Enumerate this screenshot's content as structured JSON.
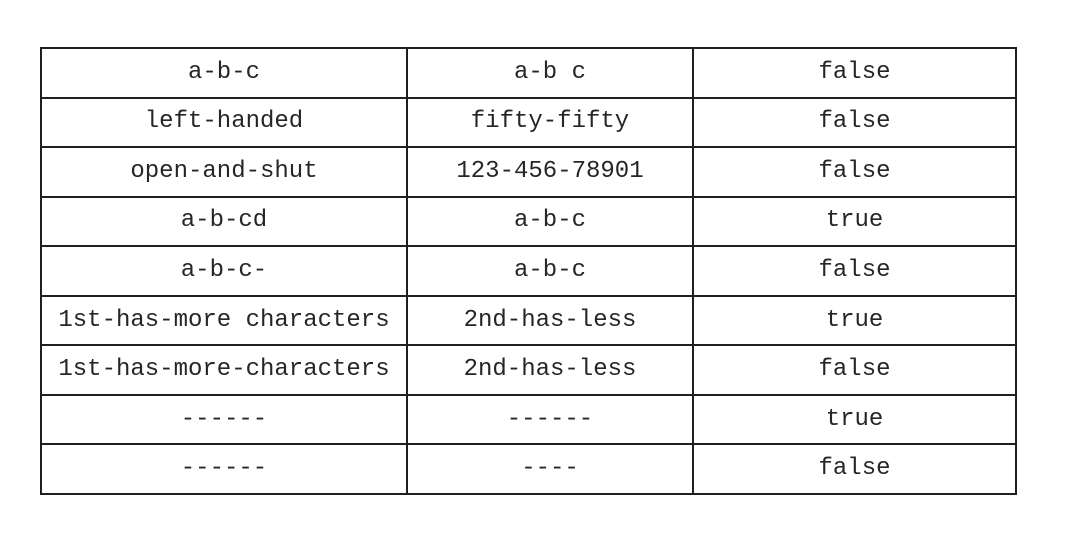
{
  "table": {
    "rows": [
      [
        "a-b-c",
        "a-b c",
        "false"
      ],
      [
        "left-handed",
        "fifty-fifty",
        "false"
      ],
      [
        "open-and-shut",
        "123-456-78901",
        "false"
      ],
      [
        "a-b-cd",
        "a-b-c",
        "true"
      ],
      [
        "a-b-c-",
        "a-b-c",
        "false"
      ],
      [
        "1st-has-more characters",
        "2nd-has-less",
        "true"
      ],
      [
        "1st-has-more-characters",
        "2nd-has-less",
        "false"
      ],
      [
        "------",
        "------",
        "true"
      ],
      [
        "------",
        "----",
        "false"
      ]
    ]
  },
  "colors": {
    "border": "#1f1f1f",
    "text": "#262626",
    "background": "#ffffff"
  }
}
